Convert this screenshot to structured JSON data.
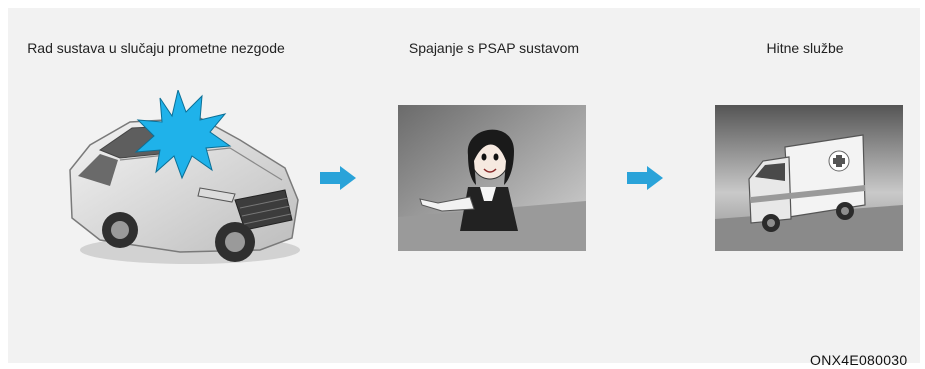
{
  "steps": [
    {
      "label": "Rad sustava u slučaju prometne nezgode"
    },
    {
      "label": "Spajanje s PSAP sustavom"
    },
    {
      "label": "Hitne službe"
    }
  ],
  "figure_code": "ONX4E080030",
  "colors": {
    "arrow": "#2aa3d9",
    "burst": "#1fb2ea",
    "panel": "#f2f2f2"
  },
  "icons": [
    "car-crash-illustration",
    "operator-illustration",
    "ambulance-illustration",
    "arrow-right-icon"
  ]
}
